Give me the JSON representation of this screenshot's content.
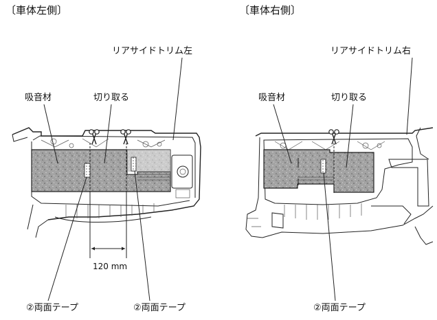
{
  "left": {
    "heading": "〔車体左側〕",
    "labels": {
      "trim": "リアサイドトリム左",
      "absorber": "吸音材",
      "cut": "切り取る",
      "dimension": "120 mm",
      "tape_a": "②両面テープ",
      "tape_b": "②両面テープ"
    }
  },
  "right": {
    "heading": "〔車体右側〕",
    "labels": {
      "trim": "リアサイドトリム右",
      "absorber": "吸音材",
      "cut": "切り取る",
      "tape": "②両面テープ"
    }
  },
  "colors": {
    "ink": "#222222",
    "absorber_fill": "#9a9a9a",
    "background": "#ffffff"
  },
  "icons": [
    "scissors-icon"
  ]
}
